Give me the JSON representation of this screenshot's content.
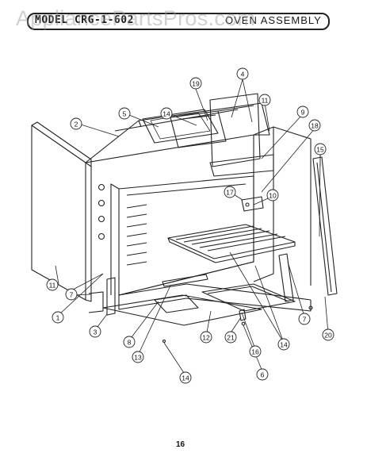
{
  "header": {
    "model_label": "MODEL CRG-1-602",
    "section_title": "OVEN ASSEMBLY"
  },
  "watermark": "AppliancePartsPros.com",
  "page_number": "16",
  "callouts": [
    "1",
    "2",
    "3",
    "4",
    "5",
    "6",
    "7",
    "7",
    "8",
    "9",
    "10",
    "11",
    "11",
    "12",
    "13",
    "14",
    "14",
    "14",
    "15",
    "16",
    "17",
    "18",
    "19",
    "20",
    "21"
  ]
}
